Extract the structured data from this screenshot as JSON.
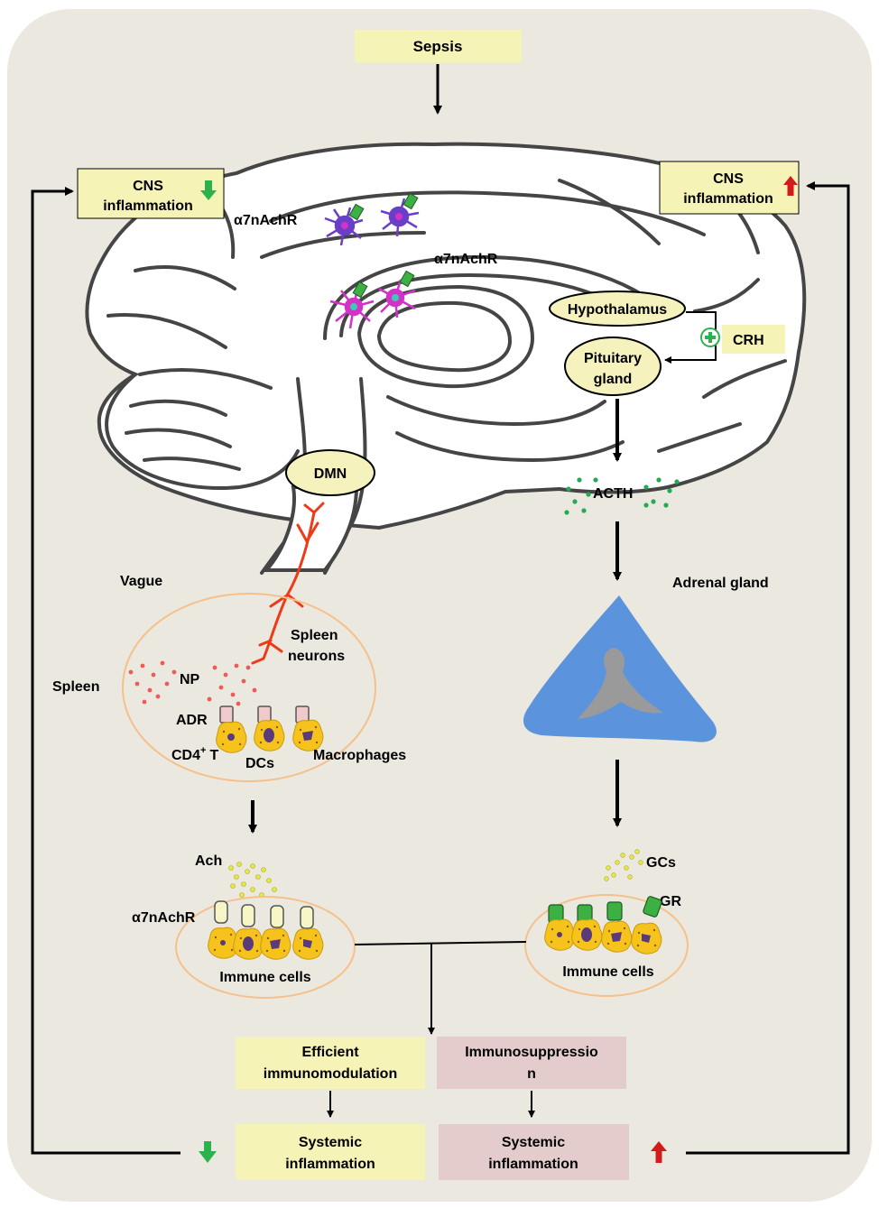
{
  "colors": {
    "panel_bg": "#ebe8df",
    "yellow_box": "#f6f3b6",
    "pink_box": "#e3cccb",
    "oval_fill": "#f5f2be",
    "spleen_outline": "#f5c08b",
    "nerve": "#ee3b17",
    "acth_dots": "#22aa55",
    "np_dots": "#ec5a5a",
    "adrenal_outer": "#5b93dc",
    "adrenal_inner": "#9a9a9a",
    "cell_fill": "#f6c31c",
    "cell_nucleus": "#5b3a7a",
    "microglia_purple": "#6b3ec9",
    "microglia_magenta": "#d232c8",
    "receptor_green": "#3cb043",
    "green_arrow": "#2bb24c",
    "red_arrow": "#d21b1b"
  },
  "labels": {
    "sepsis": "Sepsis",
    "cns_left": [
      "CNS",
      "inflammation"
    ],
    "cns_right": [
      "CNS",
      "inflammation"
    ],
    "a7_top": "α7nAchR",
    "a7_mid": "α7nAchR",
    "hypothalamus": "Hypothalamus",
    "crh": "CRH",
    "pituitary": [
      "Pituitary",
      "gland"
    ],
    "dmn": "DMN",
    "acth": "ACTH",
    "vague": "Vague",
    "adrenal": "Adrenal gland",
    "spleen": "Spleen",
    "spleen_neurons": [
      "Spleen",
      "neurons"
    ],
    "np": "NP",
    "adr": "ADR",
    "cd4": "CD4",
    "cd4_sup": "+",
    "cd4_t": "T",
    "dcs": "DCs",
    "macrophages": "Macrophages",
    "ach": "Ach",
    "a7_bottom": "α7nAchR",
    "immune_left": "Immune cells",
    "gcs": "GCs",
    "gr": "GR",
    "immune_right": "Immune cells",
    "efficient": [
      "Efficient",
      "immunomodulation"
    ],
    "immunosuppression": [
      "Immunosuppressio",
      "n"
    ],
    "systemic_left": [
      "Systemic",
      "inflammation"
    ],
    "systemic_right": [
      "Systemic",
      "inflammation"
    ]
  },
  "icons": {
    "down": "green-down-arrow-icon",
    "up": "red-up-arrow-icon",
    "plus": "plus-circle-icon"
  }
}
